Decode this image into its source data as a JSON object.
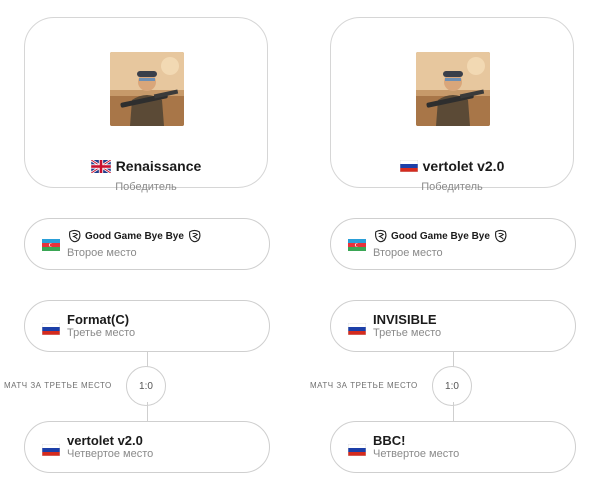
{
  "left": {
    "winner": {
      "name": "Renaissance",
      "flag": "gb-flag",
      "role": "Победитель"
    },
    "second": {
      "name": "Good Game Bye Bye",
      "flag": "az-flag",
      "role": "Второе место"
    },
    "third": {
      "name": "Format(C)",
      "flag": "ru-flag",
      "role": "Третье место"
    },
    "third_place_match": {
      "label": "МАТЧ ЗА ТРЕТЬЕ МЕСТО",
      "score": "1:0"
    },
    "fourth": {
      "name": "vertolet v2.0",
      "flag": "ru-flag",
      "role": "Четвертое место"
    }
  },
  "right": {
    "winner": {
      "name": "vertolet v2.0",
      "flag": "ru-flag",
      "role": "Победитель"
    },
    "second": {
      "name": "Good Game Bye Bye",
      "flag": "az-flag",
      "role": "Второе место"
    },
    "third": {
      "name": "INVISIBLE",
      "flag": "ru-flag",
      "role": "Третье место"
    },
    "third_place_match": {
      "label": "МАТЧ ЗА ТРЕТЬЕ МЕСТО",
      "score": "1:0"
    },
    "fourth": {
      "name": "BBC!",
      "flag": "ru-flag",
      "role": "Четвертое место"
    }
  },
  "colors": {
    "border": "#cfcfcf",
    "muted_text": "#8a8a8a",
    "text": "#1b1b1b"
  }
}
